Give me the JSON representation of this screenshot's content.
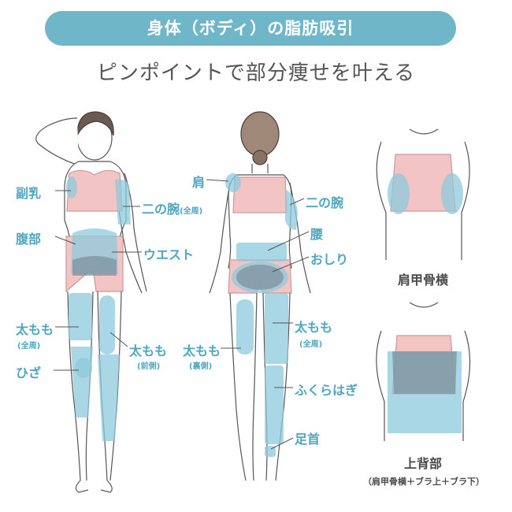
{
  "header": {
    "title": "身体（ボディ）の脂肪吸引"
  },
  "subtitle": "ピンポイントで部分痩せを叶える",
  "colors": {
    "accent": "#6fb6c9",
    "label": "#4fa6c2",
    "zone": "#8ec9dc",
    "bra": "#f2c4c4",
    "skin": "#ffffff",
    "line": "#555555"
  },
  "front": {
    "armpit": "副乳",
    "upper_arm": "二の腕",
    "upper_arm_note": "(全周)",
    "abdomen": "腹部",
    "waist": "ウエスト",
    "thigh": "太もも",
    "thigh_note": "(全周)",
    "thigh_front": "太もも",
    "thigh_front_note": "(前側)",
    "knee": "ひざ"
  },
  "back": {
    "shoulder": "肩",
    "upper_arm": "二の腕",
    "lower_back": "腰",
    "buttocks": "おしり",
    "thigh_back": "太もも",
    "thigh_back_note": "(裏側)",
    "thigh": "太もも",
    "thigh_note": "(全周)",
    "calf": "ふくらはぎ",
    "ankle": "足首"
  },
  "detail": {
    "shoulder_blade": "肩甲骨横",
    "upper_back": "上背部",
    "upper_back_note": "（肩甲骨横＋ブラ上＋ブラ下）"
  }
}
